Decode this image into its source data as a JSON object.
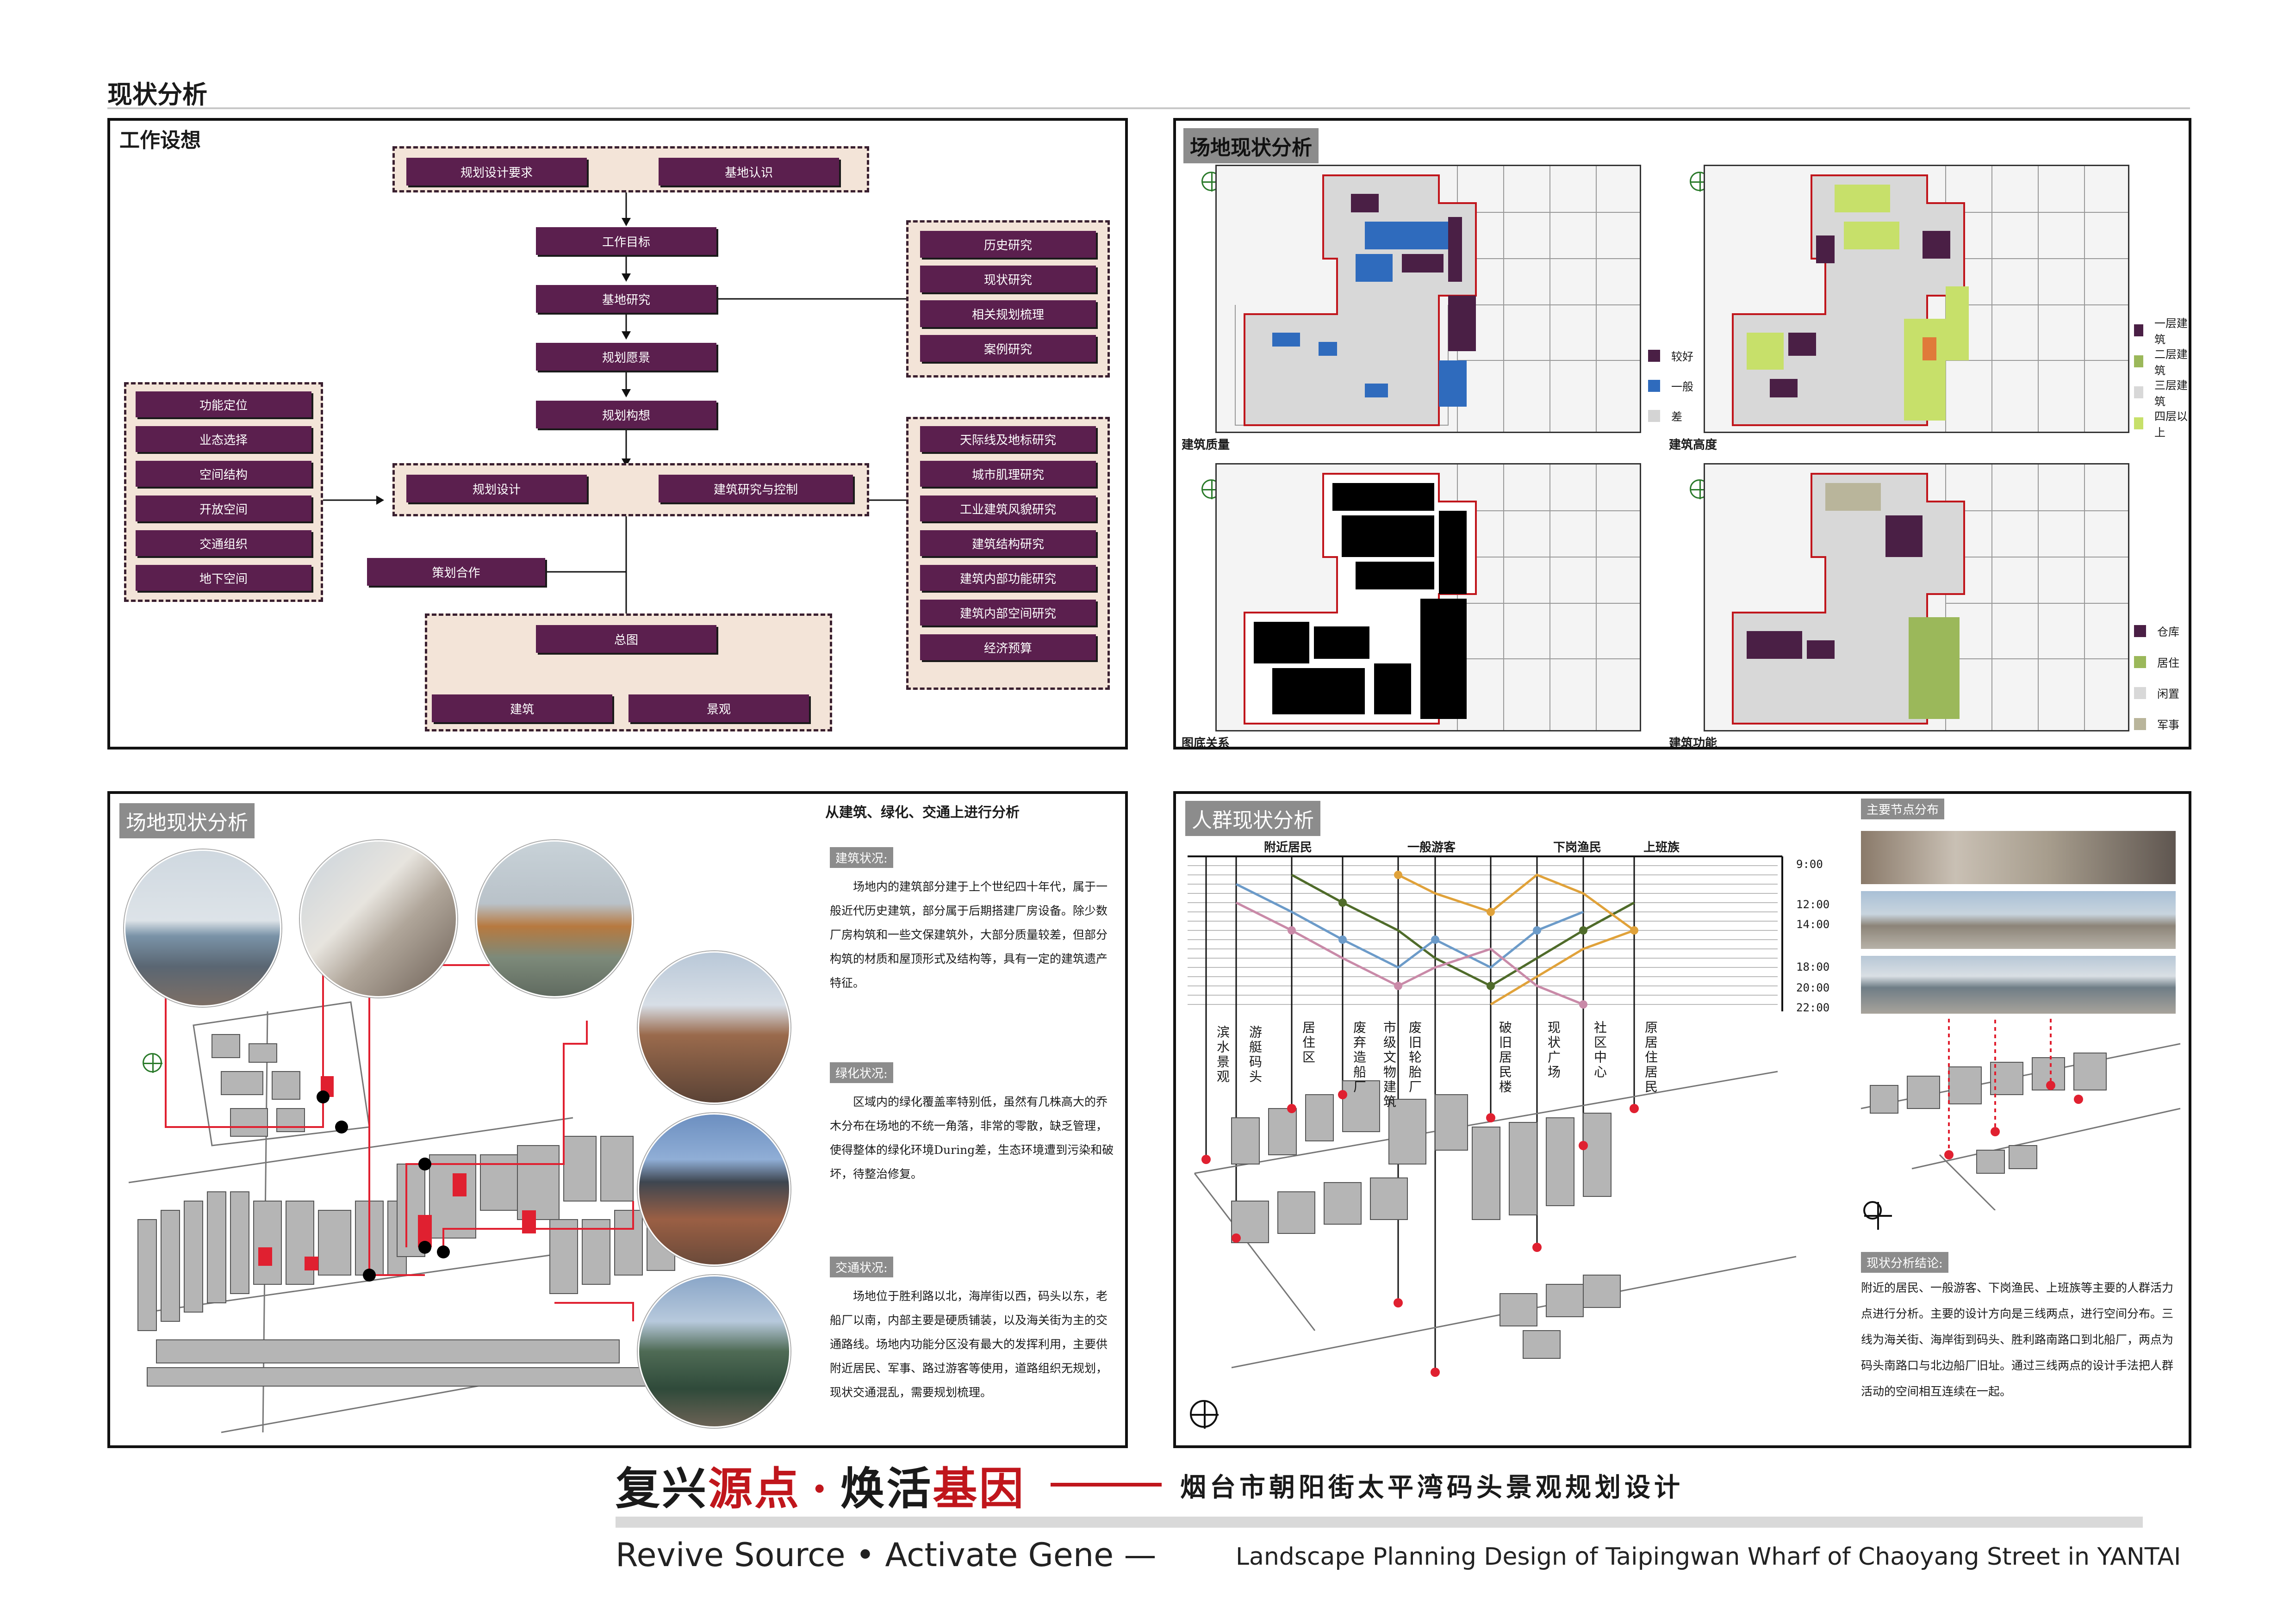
{
  "sheet_title": "现状分析",
  "flow": {
    "title": "工作设想",
    "top_group": [
      "规划设计要求",
      "基地认识"
    ],
    "center": [
      "工作目标",
      "基地研究",
      "规划愿景",
      "规划构想"
    ],
    "research": [
      "历史研究",
      "现状研究",
      "相关规划梳理",
      "案例研究"
    ],
    "left_items": [
      "功能定位",
      "业态选择",
      "空间结构",
      "开放空间",
      "交通组织",
      "地下空间"
    ],
    "design_group": [
      "规划设计",
      "建筑研究与控制"
    ],
    "right_items": [
      "天际线及地标研究",
      "城市肌理研究",
      "工业建筑风貌研究",
      "建筑结构研究",
      "建筑内部功能研究",
      "建筑内部空间研究",
      "经济预算"
    ],
    "planning": "策划合作",
    "overall": "总图",
    "bottom": [
      "建筑",
      "景观"
    ]
  },
  "site_maps": {
    "title": "场地现状分析",
    "maps": [
      {
        "caption": "建筑质量",
        "legend": [
          {
            "label": "较好",
            "color": "#4a1f45"
          },
          {
            "label": "一般",
            "color": "#2f6bbd"
          },
          {
            "label": "差",
            "color": "#d4d4d4"
          }
        ]
      },
      {
        "caption": "建筑高度",
        "legend": [
          {
            "label": "一层建筑",
            "color": "#4a1f45"
          },
          {
            "label": "二层建筑",
            "color": "#9bb85a"
          },
          {
            "label": "三层建筑",
            "color": "#d8d8d8"
          },
          {
            "label": "四层以上",
            "color": "#c7e06a"
          }
        ]
      },
      {
        "caption": "图底关系",
        "legend": []
      },
      {
        "caption": "建筑功能",
        "legend": [
          {
            "label": "仓库",
            "color": "#4a1f45"
          },
          {
            "label": "居住",
            "color": "#9bb85a"
          },
          {
            "label": "闲置",
            "color": "#d8d8d8"
          },
          {
            "label": "军事",
            "color": "#b9b59b"
          }
        ]
      }
    ]
  },
  "site_status": {
    "title": "场地现状分析",
    "heading": "从建筑、绿化、交通上进行分析",
    "sections": [
      {
        "label": "建筑状况:",
        "text": "场地内的建筑部分建于上个世纪四十年代，属于一般近代历史建筑，部分属于后期搭建厂房设备。除少数厂房构筑和一些文保建筑外，大部分质量较差，但部分构筑的材质和屋顶形式及结构等，具有一定的建筑遗产特征。"
      },
      {
        "label": "绿化状况:",
        "text": "区域内的绿化覆盖率特别低，虽然有几株高大的乔木分布在场地的不统一角落，非常的零散，缺乏管理，使得整体的绿化环境During差，生态环境遭到污染和破坏，待整治修复。"
      },
      {
        "label": "交通状况:",
        "text": "场地位于胜利路以北，海岸街以西，码头以东，老船厂以南，内部主要是硬质铺装，以及海关街为主的交通路线。场地内功能分区没有最大的发挥利用，主要供附近居民、军事、路过游客等使用，道路组织无规划，现状交通混乱，需要规划梳理。"
      }
    ]
  },
  "crowd": {
    "title": "人群现状分析",
    "groups": [
      "附近居民",
      "一般游客",
      "下岗渔民",
      "上班族"
    ],
    "times": [
      "9:00",
      "12:00",
      "14:00",
      "18:00",
      "20:00",
      "22:00"
    ],
    "places": [
      "滨水景观",
      "游艇码头",
      "居住区",
      "废弃造船厂",
      "市级文物建筑",
      "废旧轮胎厂",
      "破旧居民楼",
      "现状广场",
      "社区中心",
      "原居住居民"
    ],
    "nodes_title": "主要节点分布",
    "conclusion_title": "现状分析结论:",
    "conclusion": "附近的居民、一般游客、下岗渔民、上班族等主要的人群活力点进行分析。主要的设计方向是三线两点，进行空间分布。三线为海关街、海岸街到码头、胜利路南路口到北船厂，两点为码头南路口与北边船厂旧址。通过三线两点的设计手法把人群活动的空间相互连续在一起。"
  },
  "footer": {
    "cn_a": "复兴",
    "cn_b": "源点",
    "cn_dot": "·",
    "cn_c": "焕活",
    "cn_d": "基因",
    "cn_sub": "烟台市朝阳街太平湾码头景观规划设计",
    "en_main": "Revive Source • Activate Gene —",
    "en_sub": "Landscape Planning Design of Taipingwan Wharf of Chaoyang Street in YANTAI"
  },
  "colors": {
    "accent": "#5b1f4e",
    "red": "#c0161c",
    "panel_fill": "#f3e4d8"
  }
}
